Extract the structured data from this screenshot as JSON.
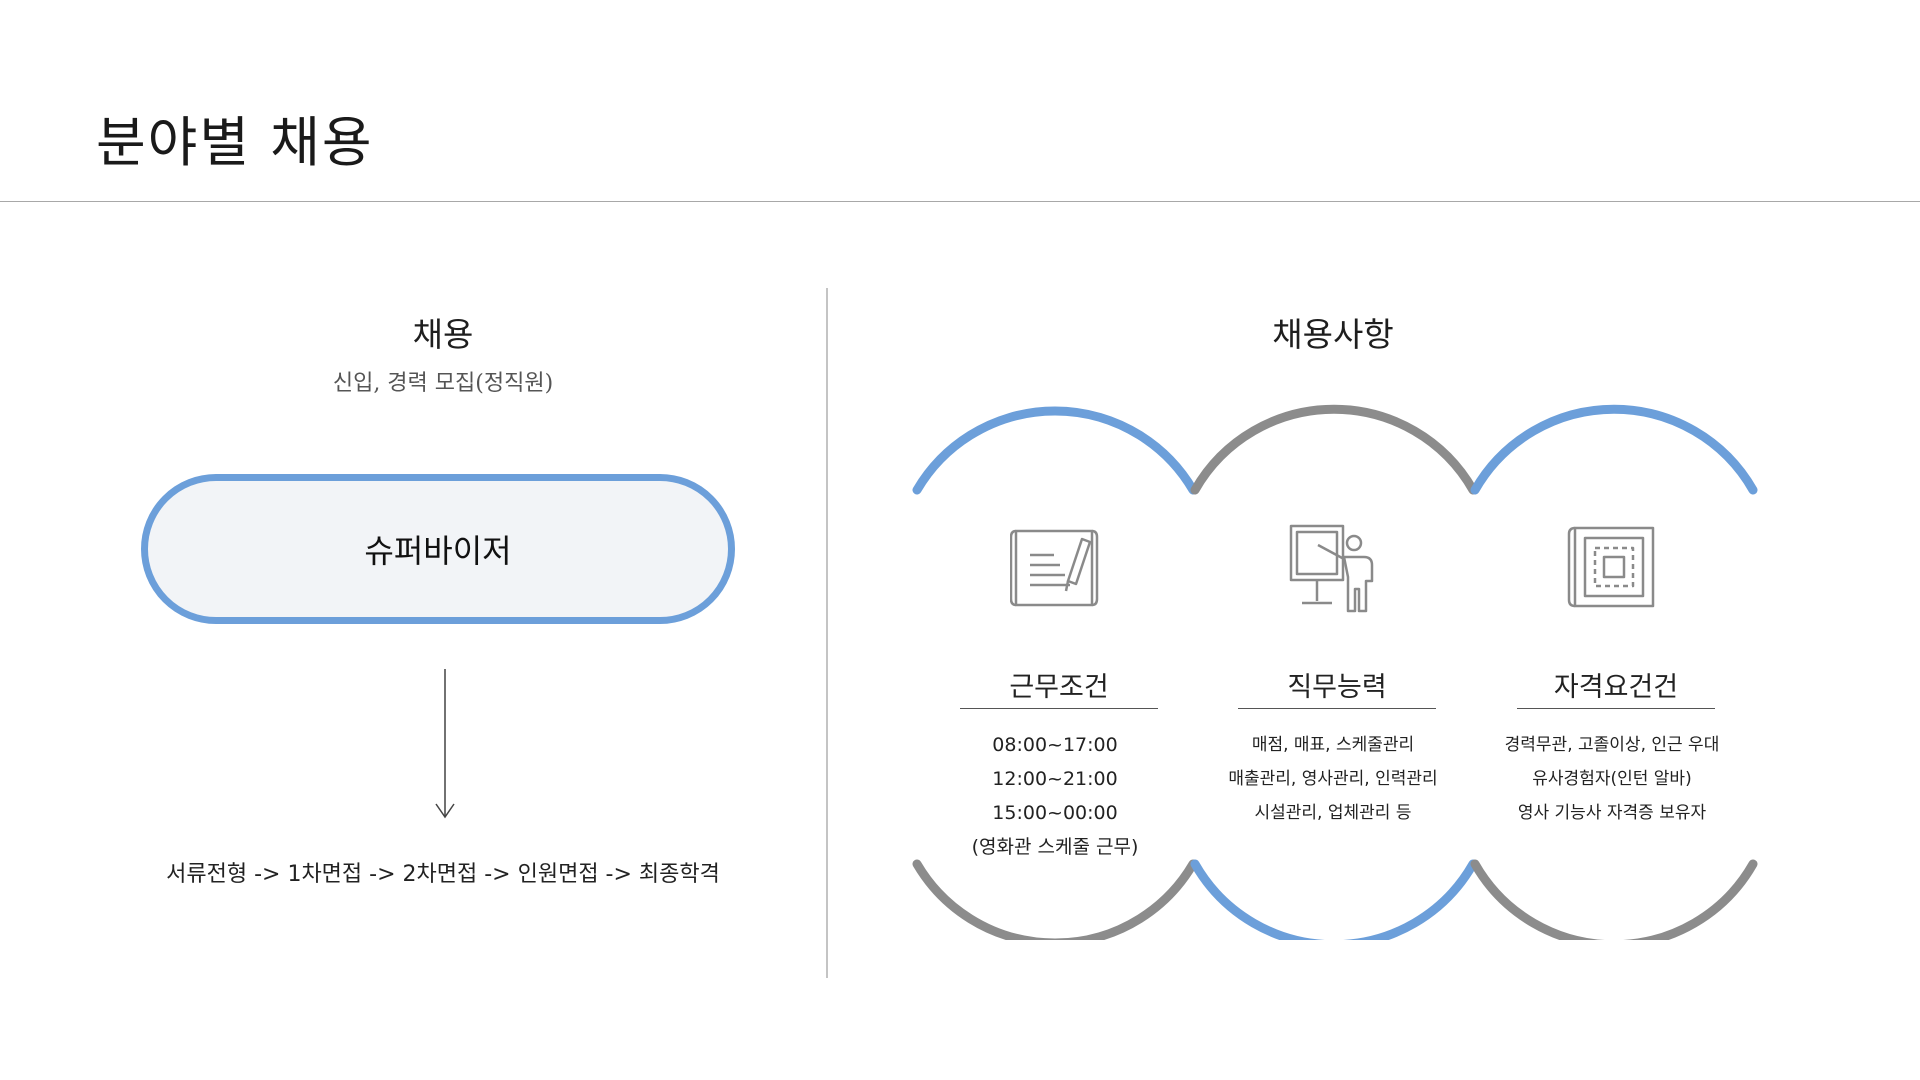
{
  "header": {
    "title": "분야별 채용"
  },
  "left": {
    "title": "채용",
    "subtitle": "신입, 경력 모집(정직원)",
    "position": "슈퍼바이저",
    "process": "서류전형 -> 1차면접 -> 2차면접 -> 인원면접 -> 최종학격"
  },
  "right": {
    "title": "채용사항",
    "columns": [
      {
        "icon": "blueprint-pencil-icon",
        "title": "근무조건",
        "lines": [
          "08:00~17:00",
          "12:00~21:00",
          "15:00~00:00",
          "(영화관 스케줄 근무)"
        ]
      },
      {
        "icon": "presenter-board-icon",
        "title": "직무능력",
        "lines": [
          "매점, 매표, 스케줄관리",
          "매출관리, 영사관리, 인력관리",
          "시설관리, 업체관리 등"
        ]
      },
      {
        "icon": "floor-plan-icon",
        "title": "자격요건건",
        "lines": [
          "경력무관, 고졸이상, 인근 우대",
          "유사경험자(인턴 알바)",
          "영사 기능사 자격증 보유자"
        ]
      }
    ]
  },
  "colors": {
    "accent_blue": "#6c9fda",
    "accent_gray": "#8c8c8c",
    "pill_fill": "#f2f4f7"
  }
}
